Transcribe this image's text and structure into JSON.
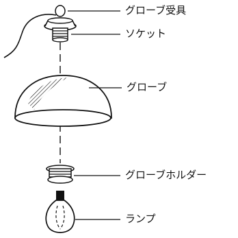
{
  "labels": {
    "globe_receiver": "グローブ受具",
    "socket": "ソケット",
    "globe": "グローブ",
    "globe_holder": "グローブホルダー",
    "lamp": "ランプ"
  },
  "colors": {
    "ink": "#111111",
    "background": "#ffffff"
  }
}
